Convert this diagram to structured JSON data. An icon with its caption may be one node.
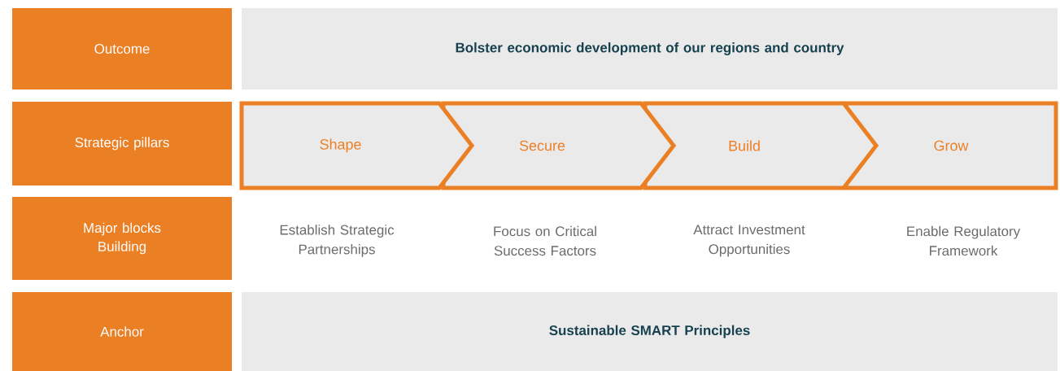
{
  "diagram": {
    "nodes": [
      {
        "text": [
          "Outcome"
        ]
      },
      {
        "text": [
          "Bolster economic development of our regions and country"
        ]
      },
      {
        "text": [
          "Strategic pillars"
        ]
      },
      {
        "text": [
          "Shape"
        ]
      },
      {
        "text": [
          "Secure"
        ]
      },
      {
        "text": [
          "Build"
        ]
      },
      {
        "text": [
          "Grow"
        ]
      },
      {
        "text": [
          "Major blocks Building"
        ]
      },
      {
        "text": [
          "Anchor"
        ]
      },
      {
        "text": [
          "Sustainable SMART Principles"
        ]
      }
    ],
    "labels": [
      "Establish Strategic Partnerships",
      "Focus on Critical Success Factors",
      "Attract Investment Opportunities",
      "Enable Regulatory Framework"
    ]
  }
}
